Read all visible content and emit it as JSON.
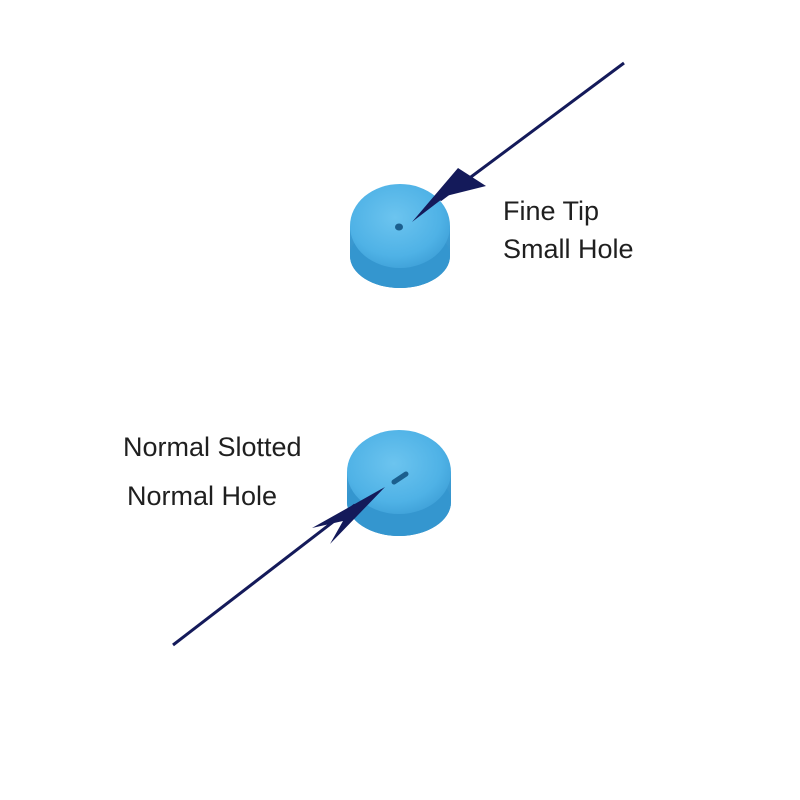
{
  "tips": [
    {
      "id": "fine",
      "lines": [
        "Fine Tip",
        "Small Hole"
      ],
      "hole": "small-hole"
    },
    {
      "id": "normal",
      "lines": [
        "Normal Slotted",
        "Normal Hole"
      ],
      "hole": "slotted-hole"
    }
  ],
  "colors": {
    "tip_top": "#4fb2e6",
    "tip_side": "#3e9fd6",
    "tip_shadow": "#2f86bf",
    "arrow": "#141a5a",
    "text": "#1f1f1f",
    "background": "#ffffff"
  }
}
